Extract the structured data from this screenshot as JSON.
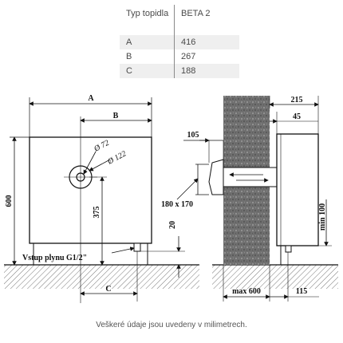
{
  "table": {
    "header": [
      "Typ topidla",
      "BETA 2"
    ],
    "rows": [
      [
        "A",
        "416"
      ],
      [
        "B",
        "267"
      ],
      [
        "C",
        "188"
      ]
    ]
  },
  "front_view": {
    "label_a": "A",
    "label_b": "B",
    "label_c": "C",
    "dim_height": "600",
    "dim_outlet_height": "375",
    "dim_inlet": "20",
    "diam_inner": "Ø 72",
    "diam_outer": "Ø 122",
    "gas_inlet": "Vstup plynu G1/2\""
  },
  "side_view": {
    "dim_depth": "215",
    "dim_offset": "45",
    "dim_flue": "105",
    "dim_opening": "180 x 170",
    "dim_min_floor": "min 100",
    "dim_wall": "max 600",
    "dim_clearance": "115"
  },
  "footer": "Veškeré údaje jsou uvedeny v milimetrech."
}
